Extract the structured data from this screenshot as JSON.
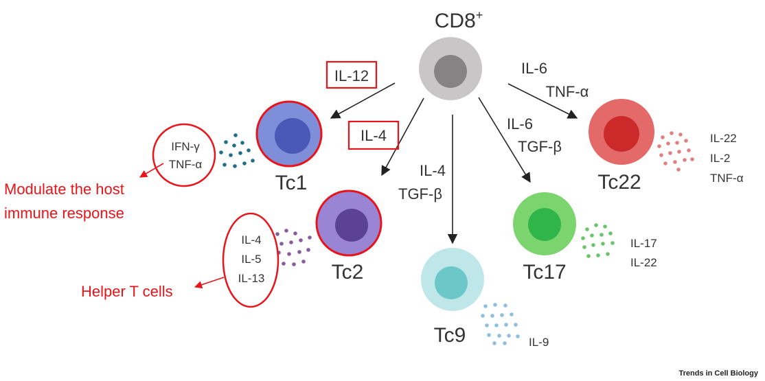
{
  "root": {
    "label": "CD8",
    "superscript": "+"
  },
  "subsets": {
    "tc1": {
      "label": "Tc1",
      "color": "#7f8ed8",
      "nucleus": "#4a58b8",
      "secreted": [
        "IFN-γ",
        "TNF-α"
      ],
      "dots": "#1f6f8b"
    },
    "tc2": {
      "label": "Tc2",
      "color": "#9a84d4",
      "nucleus": "#5b4294",
      "secreted": [
        "IL-4",
        "IL-5",
        "IL-13"
      ],
      "dots": "#8a5a9e"
    },
    "tc9": {
      "label": "Tc9",
      "color": "#bfe6e8",
      "nucleus": "#6cc8c8",
      "secreted": [
        "IL-9"
      ],
      "dots": "#8ec0de"
    },
    "tc17": {
      "label": "Tc17",
      "color": "#7bd46e",
      "nucleus": "#2fb54a",
      "secreted": [
        "IL-17",
        "IL-22"
      ],
      "dots": "#6bc36a"
    },
    "tc22": {
      "label": "Tc22",
      "color": "#e46a6a",
      "nucleus": "#cc2a2a",
      "secreted": [
        "IL-22",
        "IL-2",
        "TNF-α"
      ],
      "dots": "#e08080"
    }
  },
  "signals": {
    "tc1": [
      "IL-12"
    ],
    "tc2": [
      "IL-4"
    ],
    "tc9": [
      "IL-4",
      "TGF-β"
    ],
    "tc17": [
      "IL-6",
      "TGF-β"
    ],
    "tc22": [
      "IL-6",
      "TNF-α"
    ]
  },
  "annotations": {
    "tc1_function": [
      "Modulate the host",
      "immune response"
    ],
    "tc2_function": "Helper T cells"
  },
  "credit": "Trends in Cell Biology",
  "colors": {
    "annotation": "#e8141a",
    "root_cell": "#c8c6c6",
    "root_nucleus": "#858383",
    "text": "#333333"
  }
}
